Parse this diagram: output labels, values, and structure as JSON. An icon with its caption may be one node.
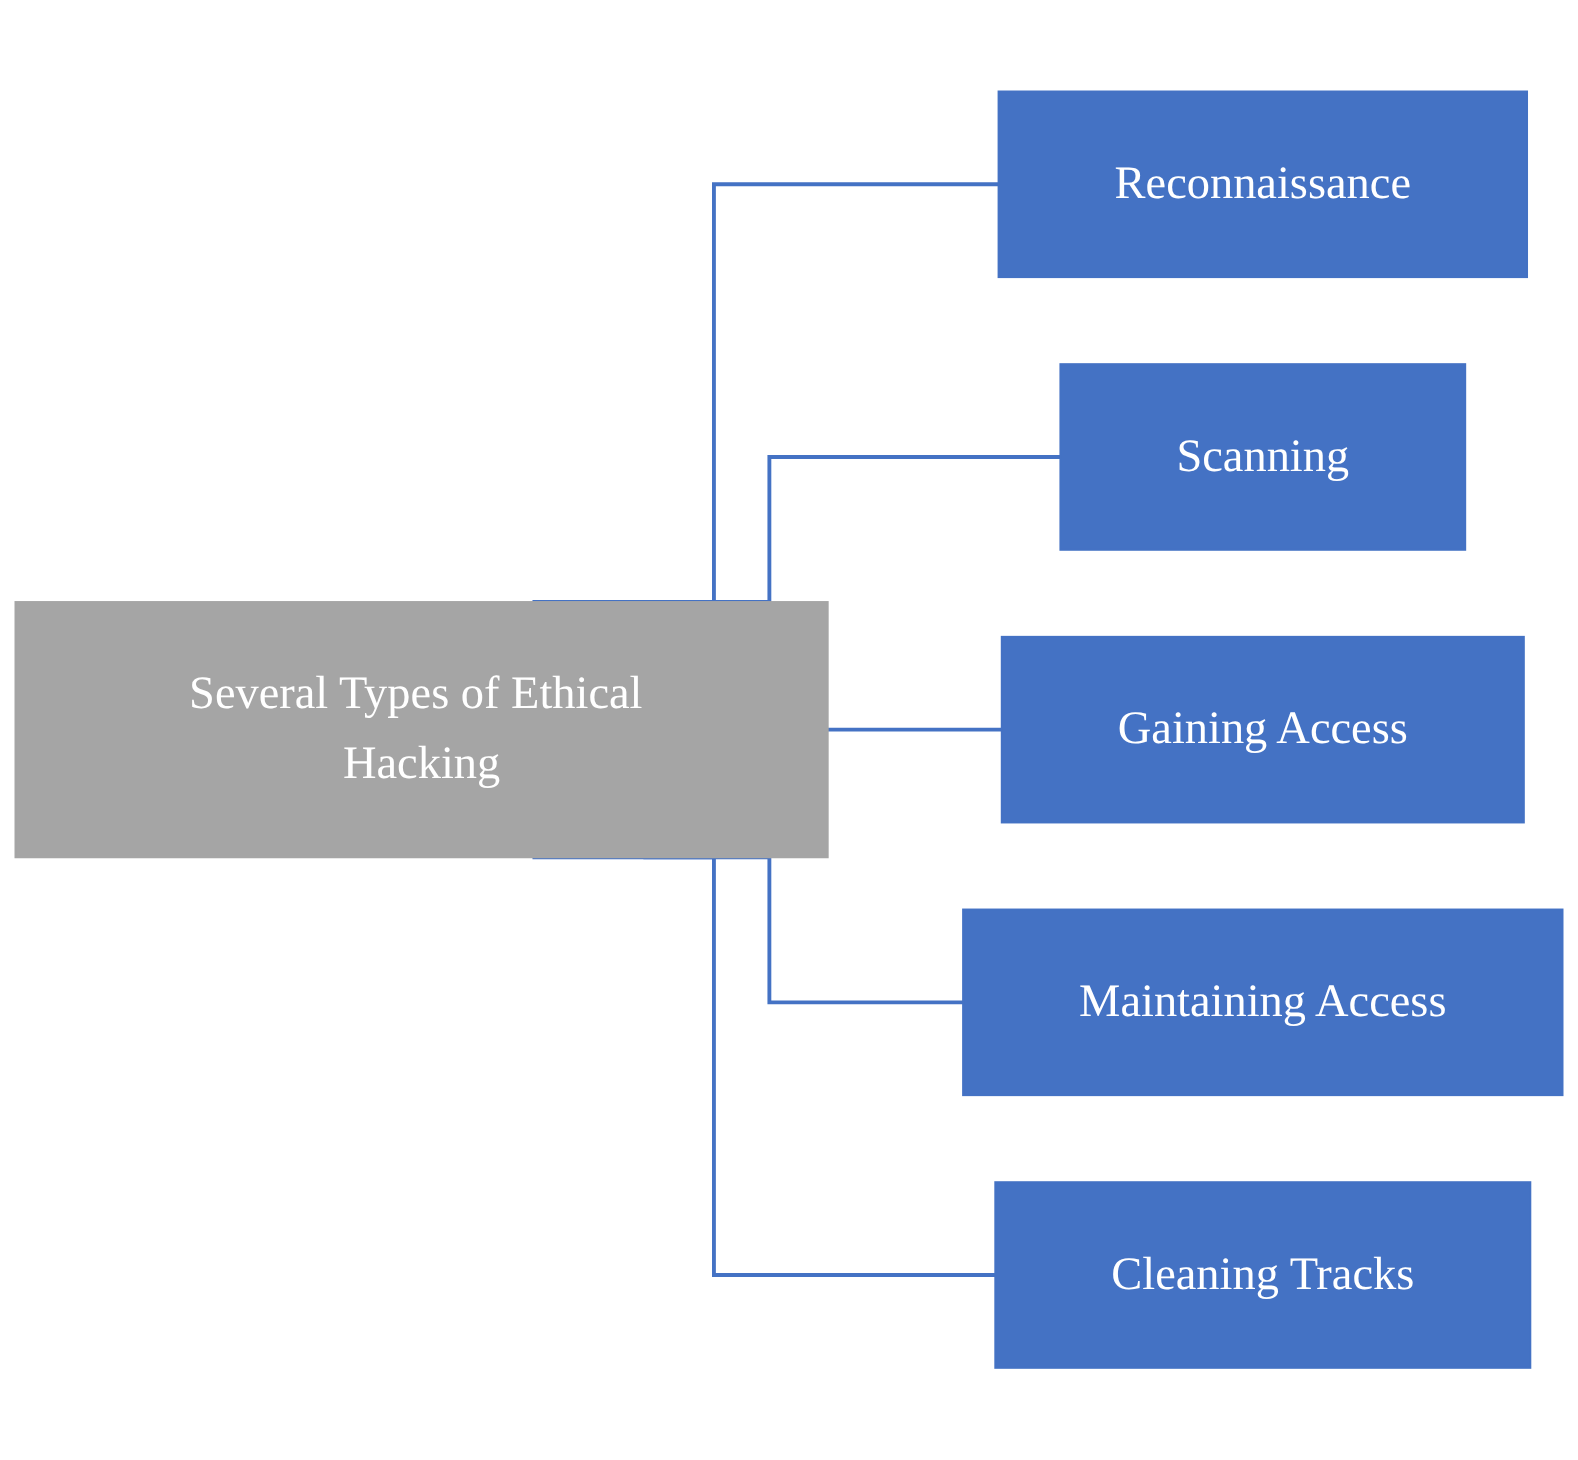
{
  "diagram": {
    "nodes": [
      {
        "text": [
          "Several Types of Ethical Hacking"
        ]
      },
      {
        "text": [
          "Reconnaissance"
        ]
      },
      {
        "text": [
          "Scanning"
        ]
      },
      {
        "text": [
          "Gaining Access"
        ]
      },
      {
        "text": [
          "Maintaining Access"
        ]
      },
      {
        "text": [
          "Cleaning Tracks"
        ]
      }
    ],
    "edges": [
      {
        "from": 0,
        "to": 1,
        "arrow": "none"
      },
      {
        "from": 0,
        "to": 2,
        "arrow": "none"
      },
      {
        "from": 0,
        "to": 3,
        "arrow": "none"
      },
      {
        "from": 0,
        "to": 4,
        "arrow": "none"
      },
      {
        "from": 0,
        "to": 5,
        "arrow": "none"
      }
    ]
  }
}
